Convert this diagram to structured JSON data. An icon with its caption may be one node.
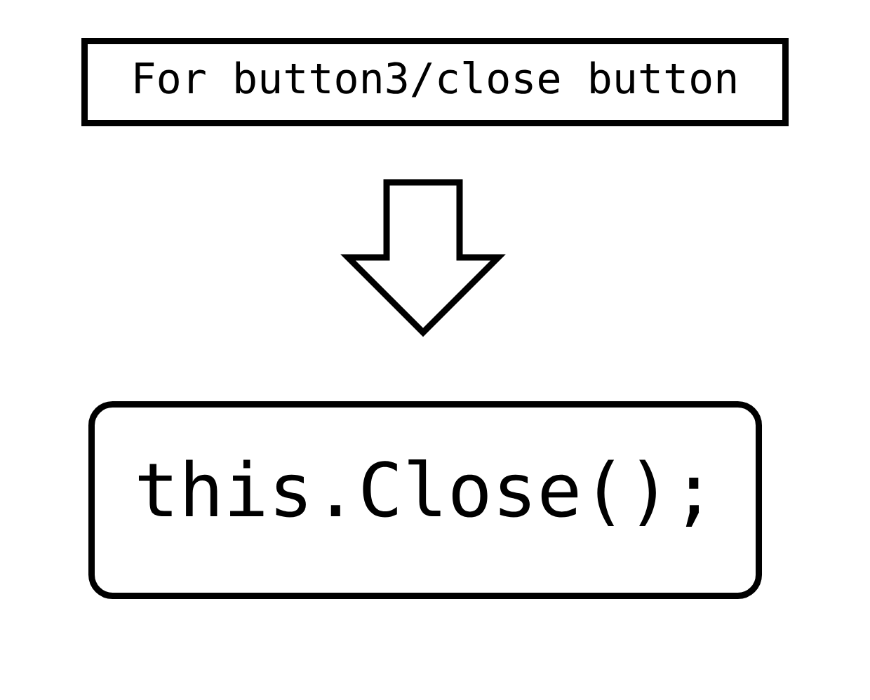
{
  "diagram": {
    "nodes": [
      {
        "text": [
          "For button3/close button"
        ]
      },
      {
        "text": [
          "this.Close();"
        ]
      }
    ],
    "edges": [
      {
        "from": 0,
        "to": 1,
        "arrow": "to"
      }
    ]
  }
}
